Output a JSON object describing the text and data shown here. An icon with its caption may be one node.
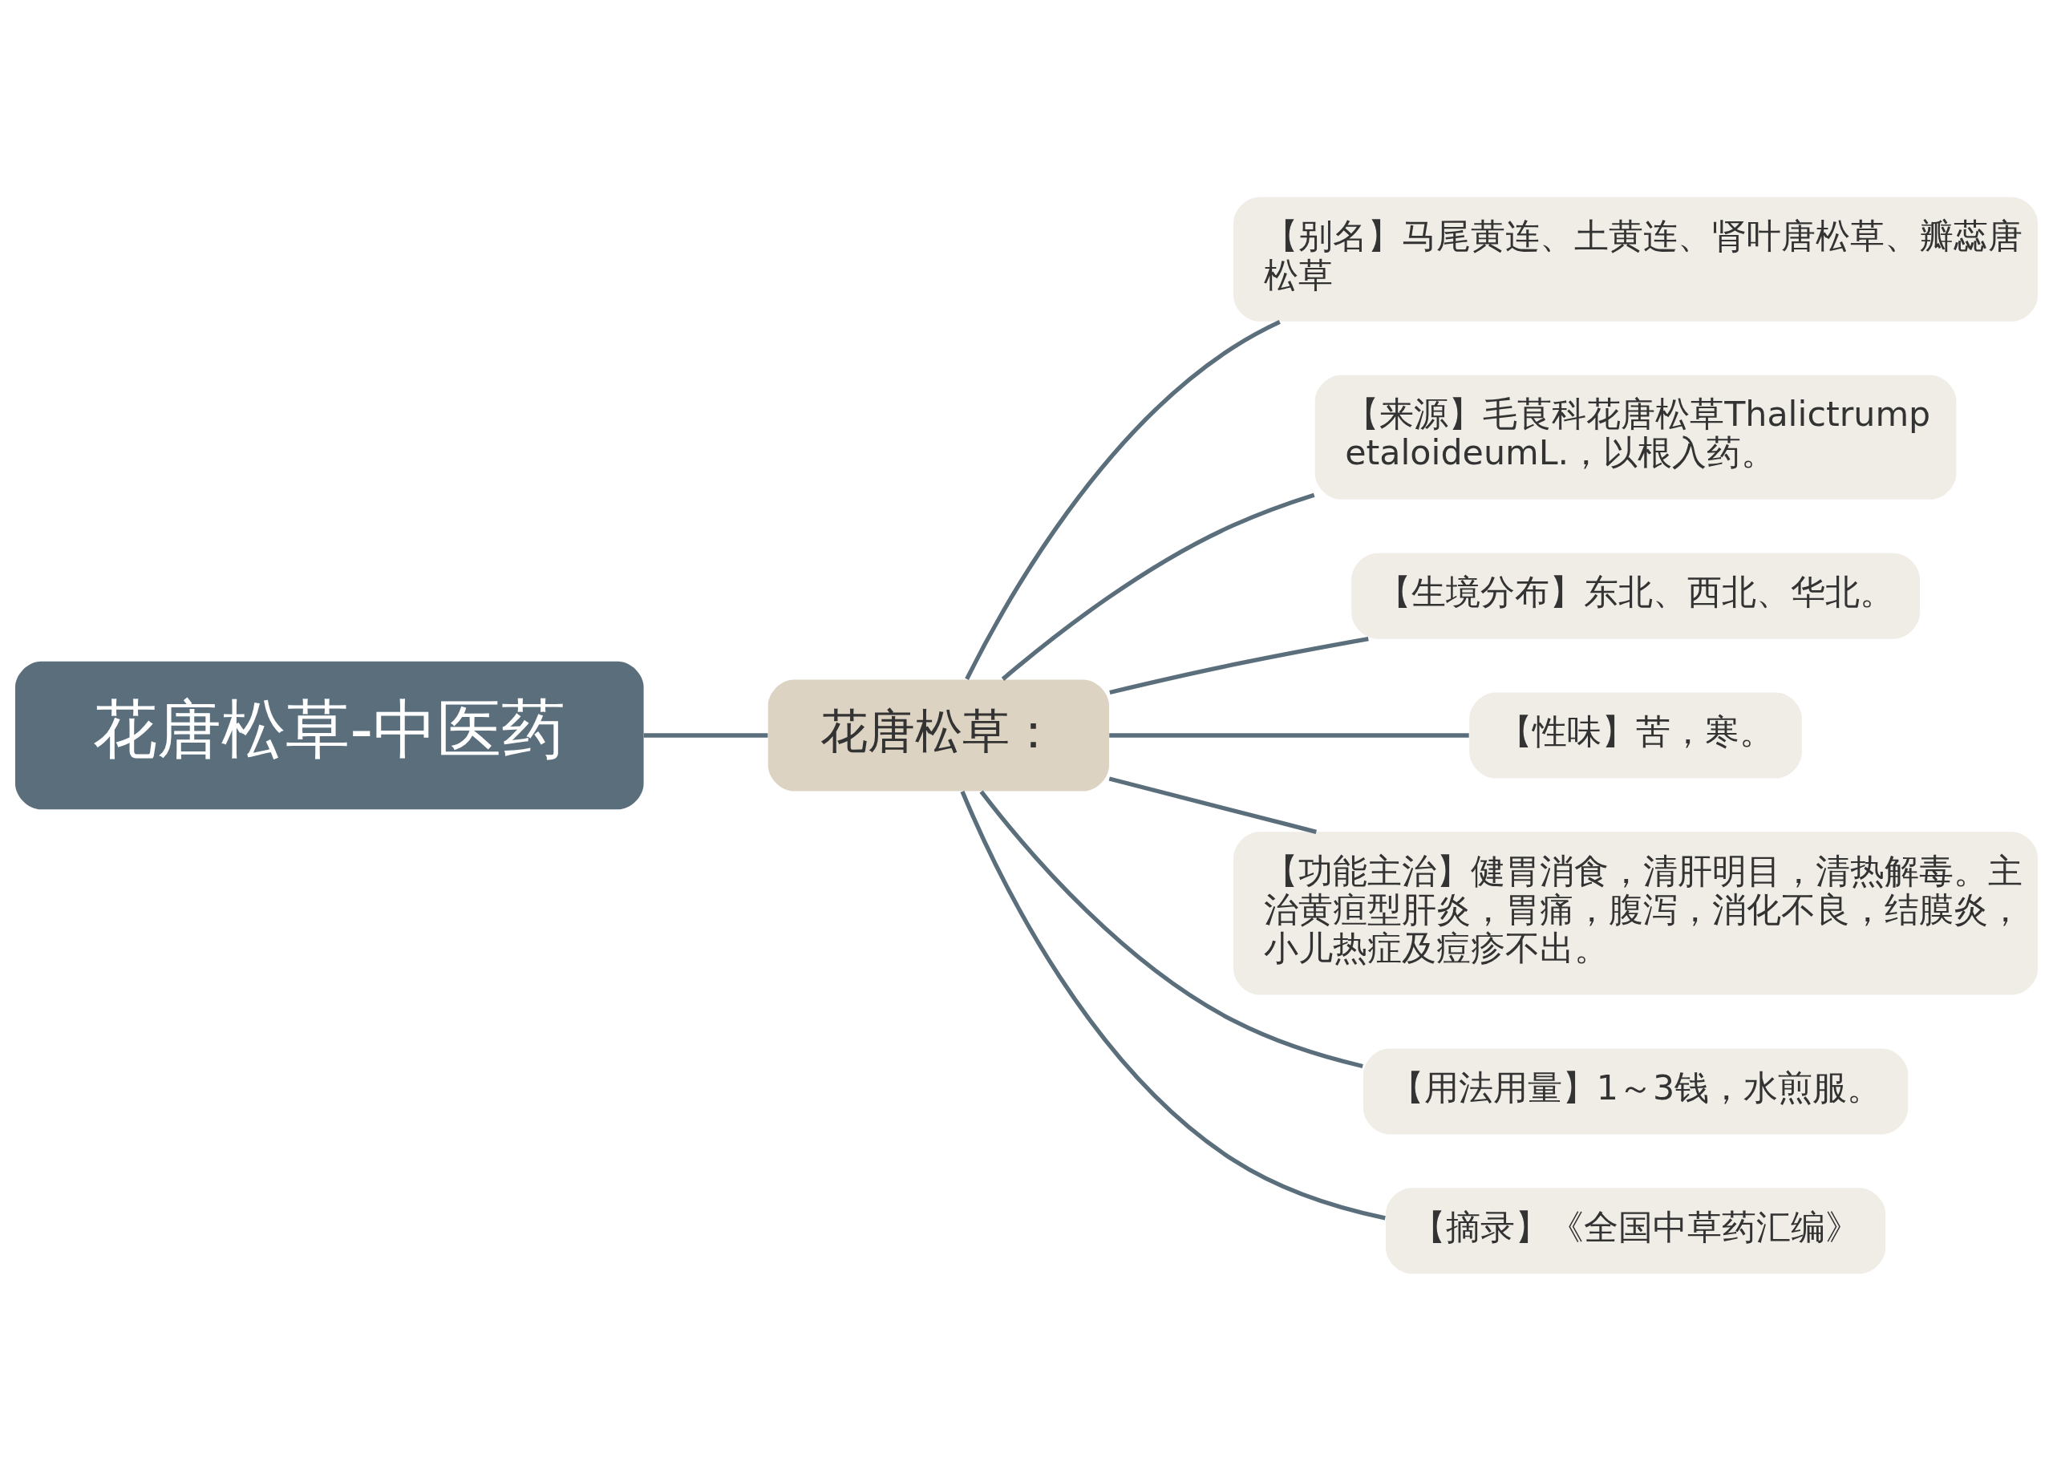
{
  "diagram": {
    "nodes": [
      {
        "text": [
          "花唐松草-中医药"
        ]
      },
      {
        "text": [
          "花唐松草："
        ]
      },
      {
        "text": [
          "【别名】马尾黄连、土黄连、肾叶唐松草、瓣蕊唐松草"
        ]
      },
      {
        "text": [
          "【来源】毛茛科花唐松草ThalictrumpetaloideumL.，以根入药。"
        ]
      },
      {
        "text": [
          "【生境分布】东北、西北、华北。"
        ]
      },
      {
        "text": [
          "【性味】苦，寒。"
        ]
      },
      {
        "text": [
          "【功能主治】健胃消食，清肝明目，清热解毒。主治黄疸型肝炎，胃痛，腹泻，消化不良，结膜炎，小儿热症及痘疹不出。"
        ]
      },
      {
        "text": [
          "【用法用量】1～3钱，水煎服。"
        ]
      },
      {
        "text": [
          "【摘录】《全国中草药汇编》"
        ]
      }
    ],
    "edges": [
      {
        "from": 0,
        "to": 1,
        "arrow": "none"
      },
      {
        "from": 1,
        "to": 2,
        "arrow": "none"
      },
      {
        "from": 1,
        "to": 3,
        "arrow": "none"
      },
      {
        "from": 1,
        "to": 4,
        "arrow": "none"
      },
      {
        "from": 1,
        "to": 5,
        "arrow": "none"
      },
      {
        "from": 1,
        "to": 6,
        "arrow": "none"
      },
      {
        "from": 1,
        "to": 7,
        "arrow": "none"
      },
      {
        "from": 1,
        "to": 8,
        "arrow": "none"
      }
    ]
  }
}
